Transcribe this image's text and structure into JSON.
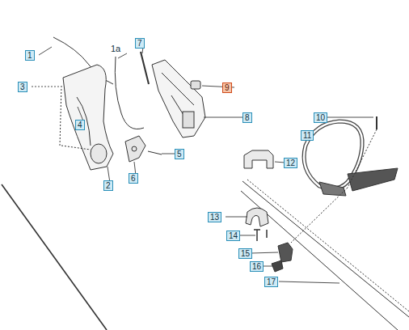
{
  "diagram": {
    "labels": [
      "1",
      "1a",
      "7",
      "3",
      "9",
      "4",
      "8",
      "10",
      "11",
      "12",
      "5",
      "6",
      "2",
      "13",
      "14",
      "15",
      "16",
      "17"
    ]
  }
}
